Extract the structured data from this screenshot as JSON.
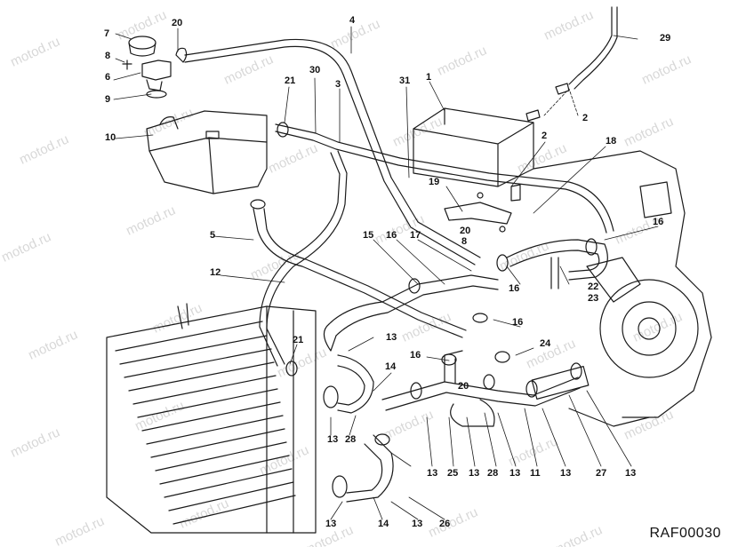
{
  "watermark": "motod.ru",
  "figure_code": "RAF00030",
  "callouts": [
    "7",
    "20",
    "4",
    "29",
    "8",
    "6",
    "9",
    "10",
    "21",
    "30",
    "3",
    "31",
    "1",
    "2",
    "2",
    "18",
    "16",
    "19",
    "20",
    "8",
    "5",
    "15",
    "16",
    "17",
    "12",
    "22",
    "23",
    "16",
    "16",
    "21",
    "13",
    "24",
    "14",
    "16",
    "20",
    "13",
    "28",
    "13",
    "25",
    "13",
    "28",
    "13",
    "11",
    "13",
    "27",
    "13",
    "13",
    "14",
    "13",
    "26"
  ],
  "line_color": "#1a1a1a"
}
